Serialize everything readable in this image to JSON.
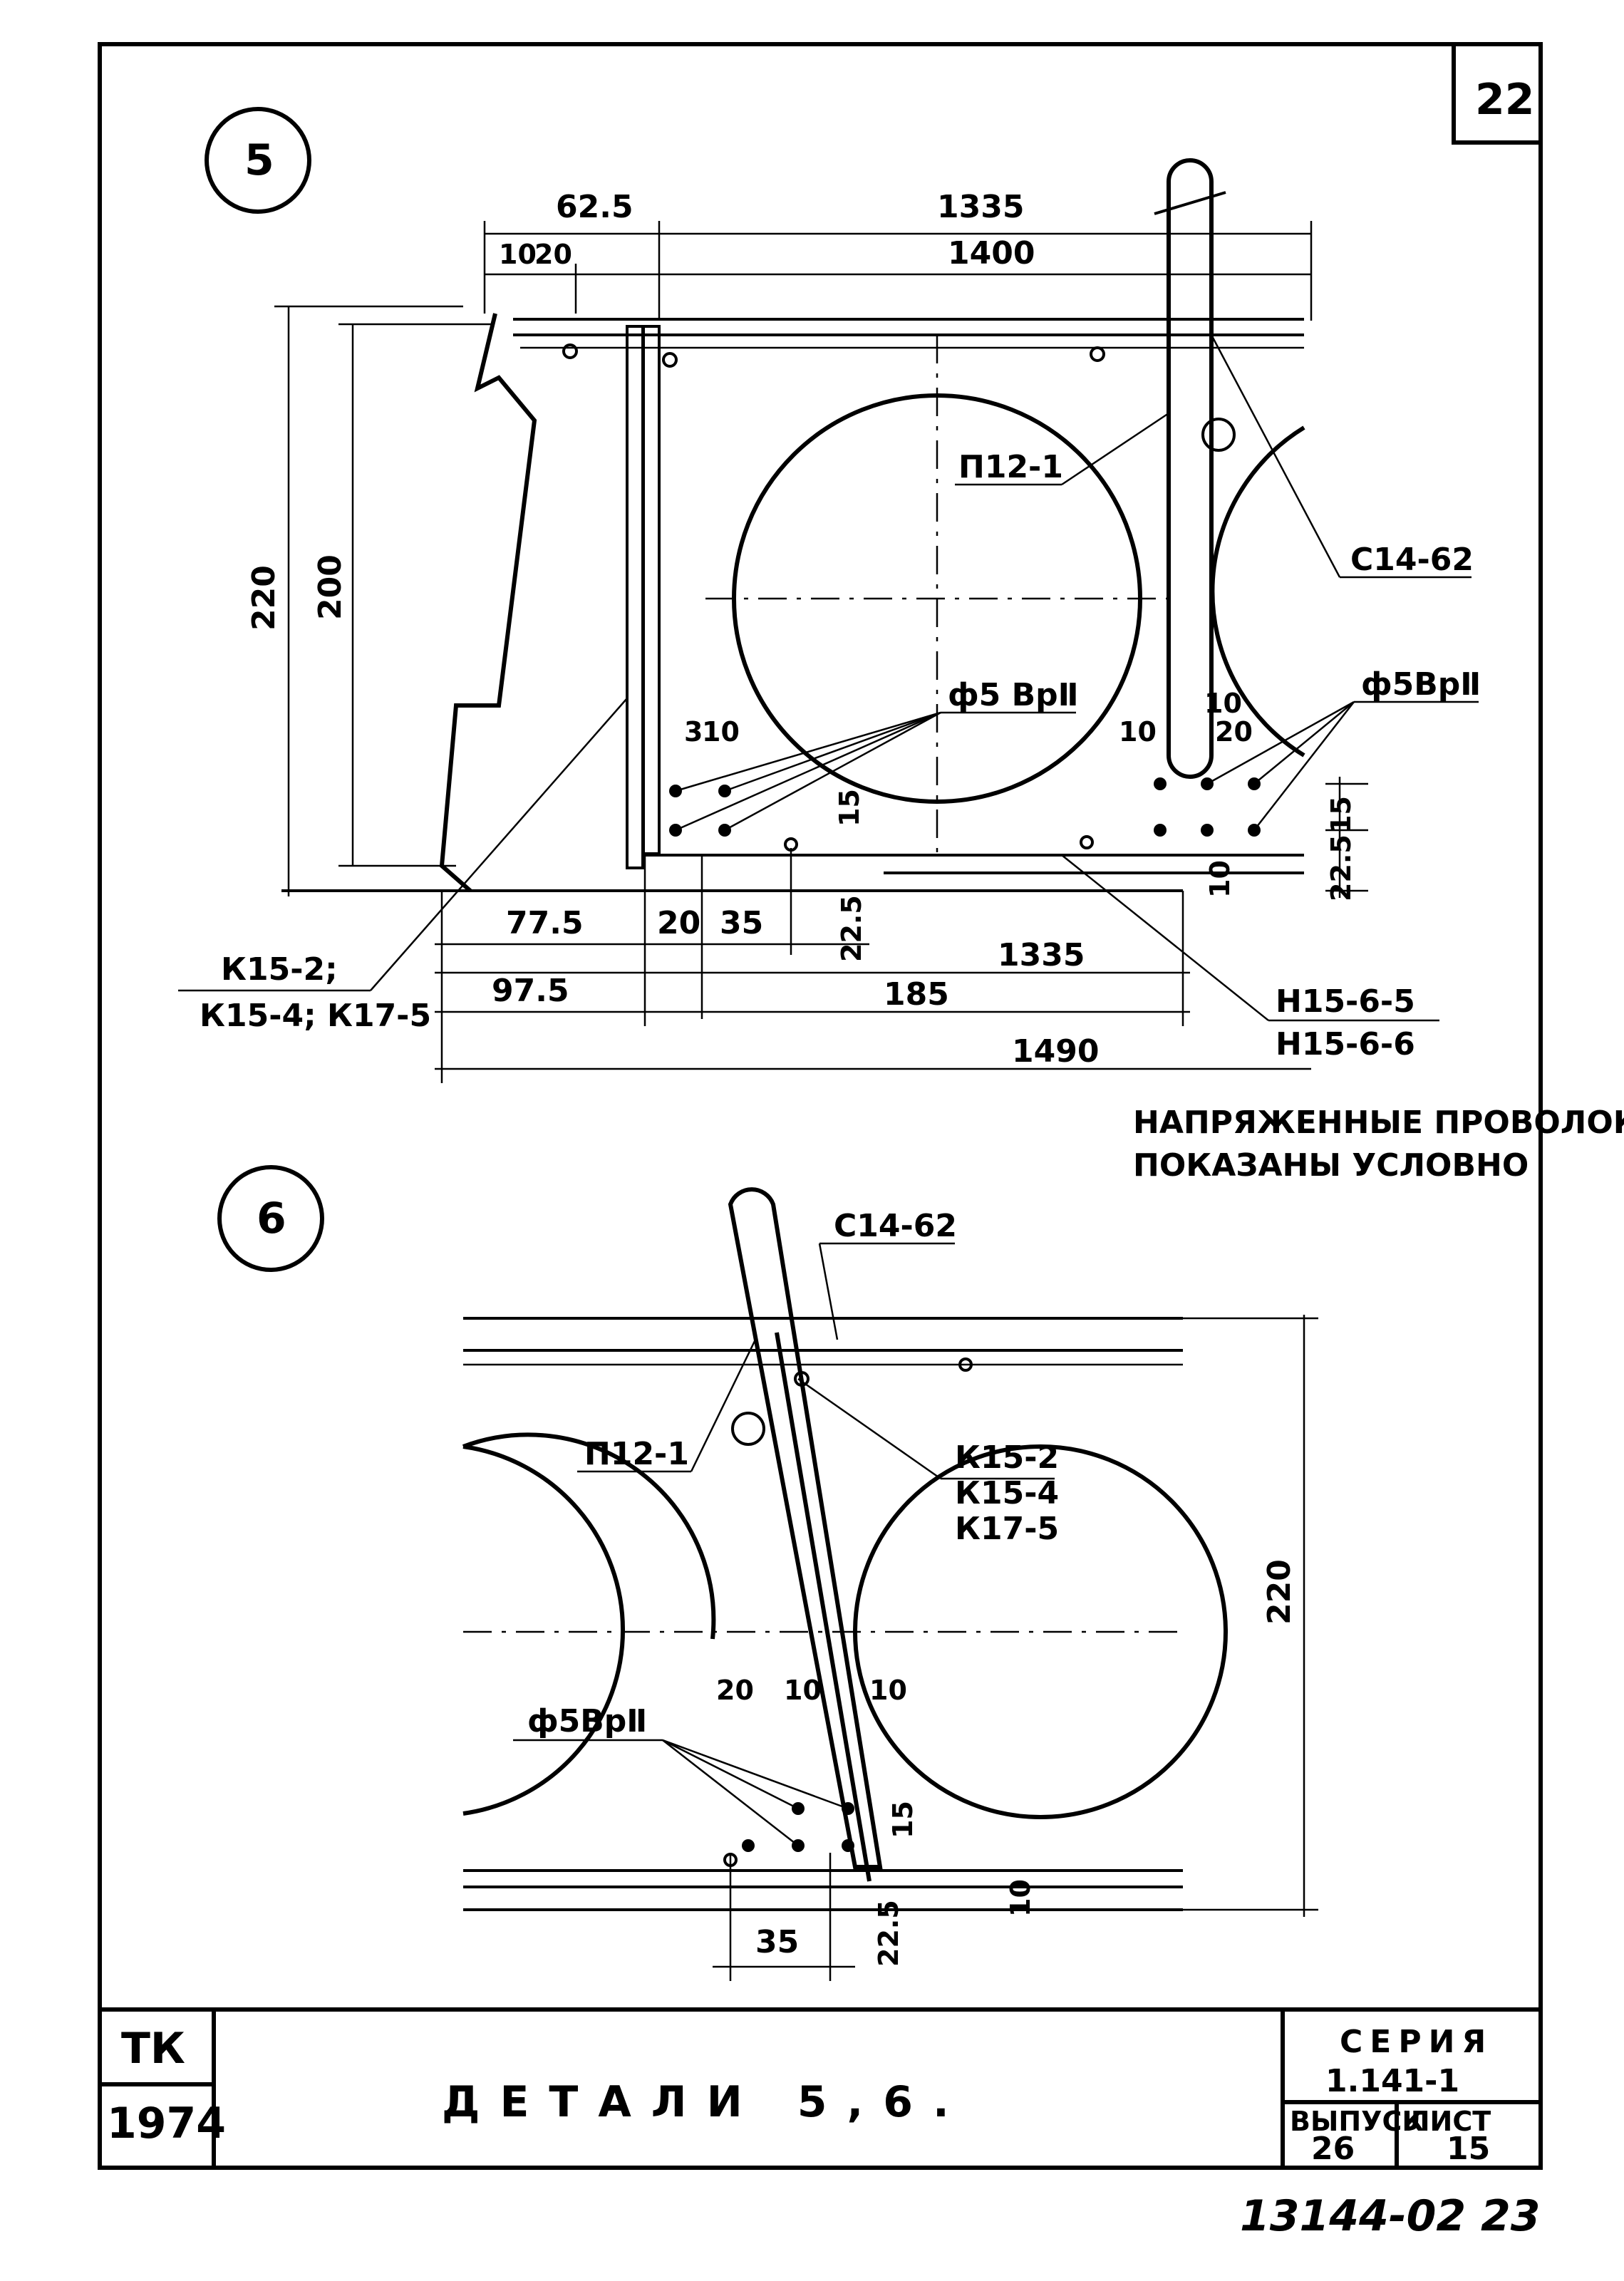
{
  "sheet": {
    "sheet_number": "22",
    "stamp": "13144-02  23",
    "note_line1": "НАПРЯЖЕННЫЕ ПРОВОЛОКИ",
    "note_line2": "ПОКАЗАНЫ УСЛОВНО"
  },
  "detail5": {
    "label": "5",
    "dims": {
      "d62_5": "62.5",
      "d1335_top": "1335",
      "d10": "10",
      "d20": "20",
      "d1400": "1400",
      "d220": "220",
      "d200": "200",
      "d3": "3",
      "d10b": "10",
      "d15_left": "15",
      "d10_right": "10",
      "d20_right": "20",
      "d10_up": "10",
      "d15_right": "15",
      "d22_5_right": "22.5",
      "d10_bottom": "10",
      "d77_5": "77.5",
      "d20_bottom": "20",
      "d35": "35",
      "d22_5": "22.5",
      "d1335_bottom": "1335",
      "d97_5": "97.5",
      "d185": "185",
      "d1490": "1490"
    },
    "callouts": {
      "p12": "П12-1",
      "c14": "С14-62",
      "phi5_left": "ф5 ВрⅡ",
      "phi5_right": "ф5ВрⅡ",
      "k15_line1": "К15-2;",
      "k15_line2": "К15-4; К17-5",
      "h15_line1": "Н15-6-5",
      "h15_line2": "Н15-6-6"
    }
  },
  "detail6": {
    "label": "6",
    "dims": {
      "d220": "220",
      "d20": "20",
      "d10a": "10",
      "d10b": "10",
      "d15": "15",
      "d10_bottom": "10",
      "d35": "35",
      "d22_5": "22.5"
    },
    "callouts": {
      "c14": "С14-62",
      "p12": "П12-1",
      "k15_line1": "К15-2",
      "k15_line2": "К15-4",
      "k15_line3": "К17-5",
      "phi5": "ф5ВрⅡ"
    }
  },
  "title_block": {
    "org": "ТК",
    "year": "1974",
    "title": "ДЕТАЛИ 5,6.",
    "series_label": "СЕРИЯ",
    "series_value": "1.141-1",
    "issue_label": "ВЫПУСК",
    "issue_value": "26",
    "sheet_label": "ЛИСТ",
    "sheet_value": "15"
  }
}
